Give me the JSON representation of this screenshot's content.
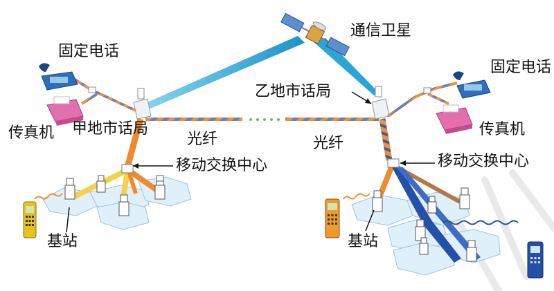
{
  "labels": {
    "satellite": "通信卫星",
    "phone_left": "固定电话",
    "phone_right": "固定电话",
    "fax_left": "传真机",
    "fax_right": "传真机",
    "office_a": "甲地市话局",
    "office_b": "乙地市话局",
    "fiber_left": "光纤",
    "fiber_right": "光纤",
    "msc_left": "移动交换中心",
    "msc_right": "移动交换中心",
    "base_left": "基站",
    "base_right": "基站"
  },
  "colors": {
    "satellite_beam": "#2aa6d6",
    "fiber_orange": "#f0913a",
    "fiber_blue": "#6f7fb8",
    "cell_fill": "#dff0fa",
    "cell_stroke": "#9ec4dc",
    "link_orange": "#f08a2e",
    "link_yellow": "#f2d24a",
    "link_brown": "#b07a4a",
    "link_blue": "#2550a8",
    "phone_blue": "#2d6fb8",
    "fax_pink": "#e46fae",
    "handset_yellow": "#e7c21a",
    "handset_orange": "#ef9a2a"
  },
  "icons": [
    "satellite-icon",
    "phone-icon",
    "fax-icon",
    "base-station-icon",
    "handset-icon",
    "exchange-icon"
  ]
}
